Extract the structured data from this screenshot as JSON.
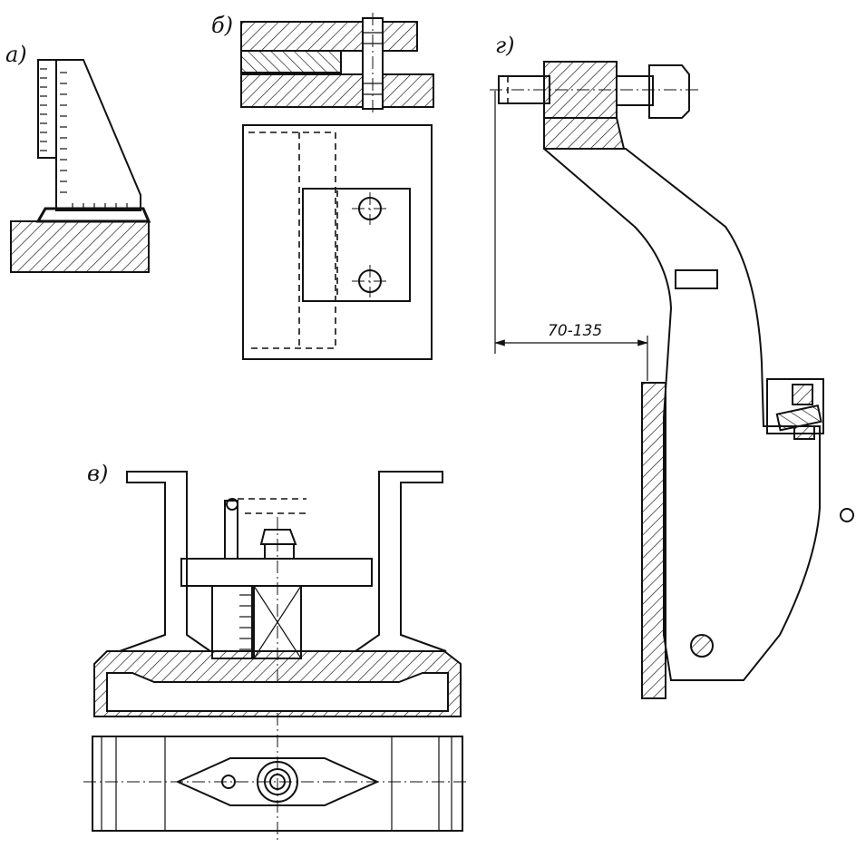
{
  "labels": {
    "view_a": "а)",
    "view_b": "б)",
    "view_v": "в)",
    "view_g": "г)"
  },
  "dimension": {
    "text": "70-135"
  },
  "colors": {
    "ink": "#111111",
    "paper": "#ffffff"
  }
}
